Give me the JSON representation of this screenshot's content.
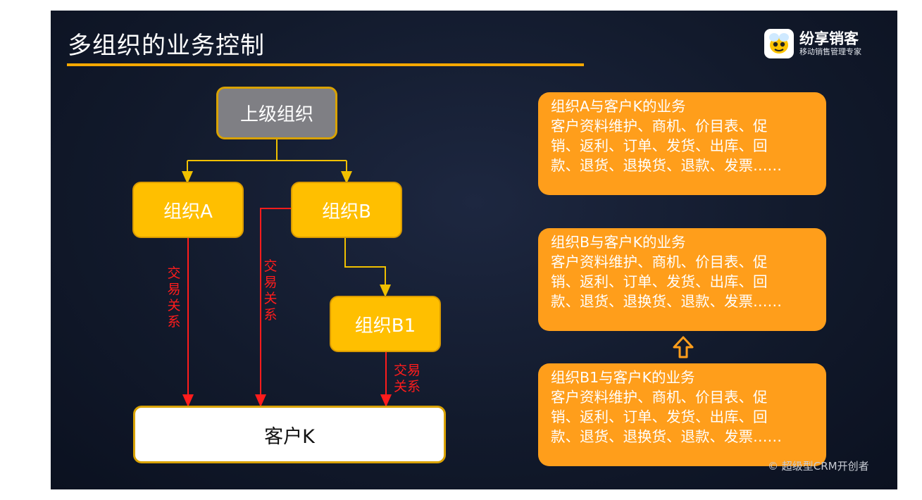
{
  "title": "多组织的业务控制",
  "logo": {
    "name": "纷享销客",
    "tagline": "移动销售管理专家"
  },
  "nodes": {
    "parent": "上级组织",
    "org_a": "组织A",
    "org_b": "组织B",
    "org_b1": "组织B1",
    "customer": "客户K"
  },
  "edge_labels": {
    "a_to_k": [
      "交",
      "易",
      "关",
      "系"
    ],
    "b_to_k": [
      "交",
      "易",
      "关",
      "系"
    ],
    "b1_to_k": [
      "交易",
      "关系"
    ]
  },
  "business_boxes": [
    {
      "lines": [
        "组织A与客户K的业务",
        "客户资料维护、商机、价目表、促",
        "销、返利、订单、发货、出库、回",
        "款、退货、退换货、退款、发票……"
      ]
    },
    {
      "lines": [
        "组织B与客户K的业务",
        "客户资料维护、商机、价目表、促",
        "销、返利、订单、发货、出库、回",
        "款、退货、退换货、退款、发票……"
      ]
    },
    {
      "lines": [
        "组织B1与客户K的业务",
        "客户资料维护、商机、价目表、促",
        "销、返利、订单、发货、出库、回",
        "款、退货、退换货、退款、发票……"
      ]
    }
  ],
  "watermark": "© 超级型CRM开创者",
  "colors": {
    "accent": "#f5a800",
    "node_fill": "#ffbf00",
    "box_fill": "#ff9e1b",
    "relation": "#ff1c1c",
    "connector": "#f0c000"
  },
  "icons": {
    "up_arrow": "up-arrow-outline-icon",
    "logo": "bee-logo-icon"
  }
}
